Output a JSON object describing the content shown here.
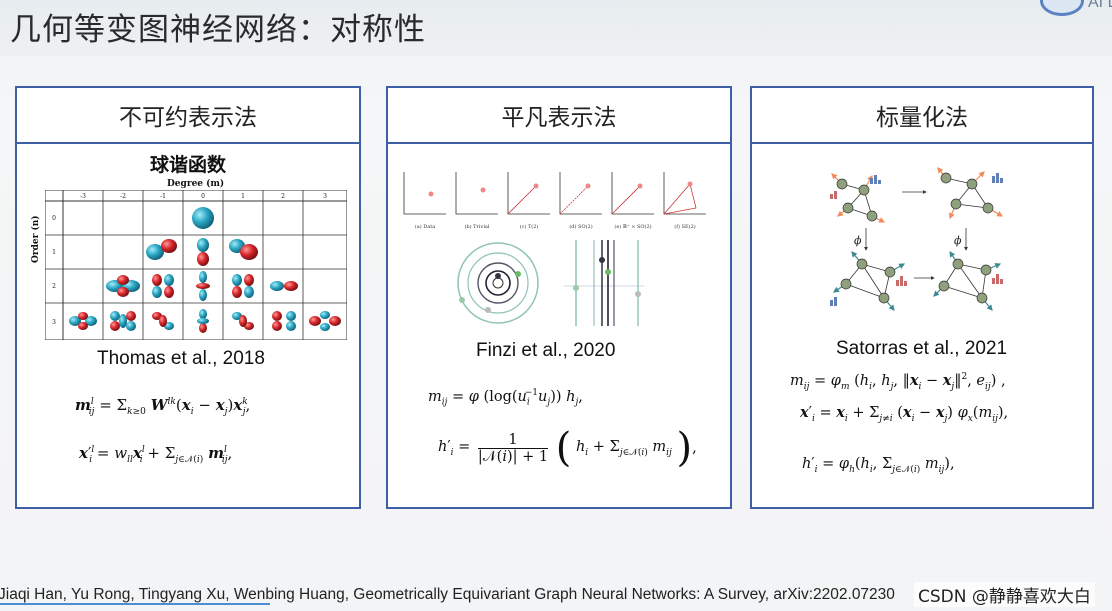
{
  "slide": {
    "title": "几何等变图神经网络：对称性",
    "logo_text": "AI L"
  },
  "panels": [
    {
      "heading": "不可约表示法",
      "figure_title": "球谐函数",
      "figure_axis_top": "Degree (m)",
      "figure_axis_left": "Order (n)",
      "degree_labels": [
        "-3",
        "-2",
        "-1",
        "0",
        "1",
        "2",
        "3"
      ],
      "order_labels": [
        "0",
        "1",
        "2",
        "3"
      ],
      "citation": "Thomas et al., 2018"
    },
    {
      "heading": "平凡表示法",
      "frame_captions": [
        "(a) Data",
        "(b) Trivial",
        "(c) T(2)",
        "(d) SO(2)",
        "(e) ℝ⁺ × SO(2)",
        "(f) SE(2)"
      ],
      "citation": "Finzi et al., 2020"
    },
    {
      "heading": "标量化法",
      "phi_label": "ϕ",
      "citation": "Satorras et al., 2021"
    }
  ],
  "footer": {
    "reference": "Jiaqi Han, Yu Rong, Tingyang Xu, Wenbing Huang, Geometrically Equivariant Graph Neural Networks: A Survey, arXiv:2202.07230",
    "watermark": "CSDN @静静喜欢大白"
  },
  "colors": {
    "panel_border": "#3e5fa6",
    "lobe_cyan": "#2aa6c4",
    "lobe_red": "#d7262a",
    "node_green": "#8ea07c",
    "arrow_orange": "#f28b5a",
    "arrow_teal": "#3e8a92",
    "bar_pink": "#c96a6a",
    "bar_blue": "#5f7fb5"
  }
}
